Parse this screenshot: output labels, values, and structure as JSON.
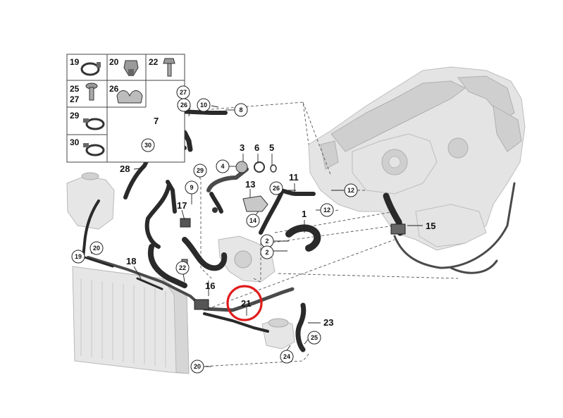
{
  "legend": [
    {
      "label": "19",
      "icon": "hose-clamp-icon"
    },
    {
      "label": "20",
      "icon": "spring-clip-icon"
    },
    {
      "label": "22",
      "icon": "bolt-icon"
    },
    {
      "label": "25",
      "label2": "27",
      "icon": "screw-icon"
    },
    {
      "label": "26",
      "icon": "bracket-clip-icon"
    },
    {
      "label": "29",
      "icon": "hose-clamp-icon"
    },
    {
      "label": "30",
      "icon": "hose-clamp-icon"
    }
  ],
  "callouts": {
    "c1": "1",
    "c2a": "2",
    "c2b": "2",
    "c3": "3",
    "c4": "4",
    "c5": "5",
    "c6": "6",
    "c7": "7",
    "c8": "8",
    "c9": "9",
    "c10": "10",
    "c11": "11",
    "c12a": "12",
    "c12b": "12",
    "c13": "13",
    "c14": "14",
    "c15": "15",
    "c16": "16",
    "c17": "17",
    "c18": "18",
    "c19": "19",
    "c20": "20",
    "c21": "21",
    "c22": "22",
    "c23": "23",
    "c24": "24",
    "c25": "25",
    "c26a": "26",
    "c26b": "26",
    "c27": "27",
    "c28": "28",
    "c29": "29",
    "c30": "30"
  },
  "highlight": {
    "target": "21",
    "color": "#e01b1b"
  }
}
